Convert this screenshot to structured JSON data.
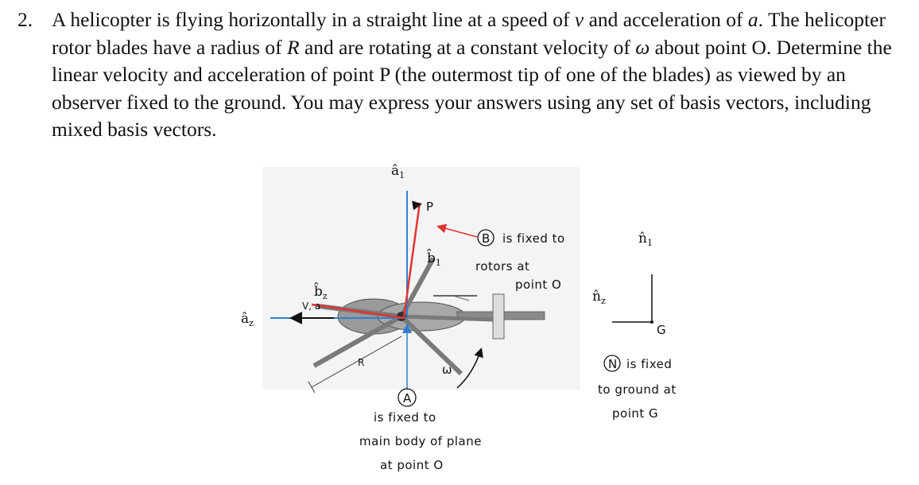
{
  "problem": {
    "number": "2.",
    "segments": [
      "A helicopter is flying horizontally in a straight line at a speed of ",
      "v",
      " and acceleration of ",
      "a",
      ". The helicopter rotor blades have a radius of ",
      "R",
      " and are rotating at a constant velocity of ",
      "ω",
      " about point O. Determine the linear velocity and acceleration of point P (the outermost tip of one of the blades) as viewed by an observer fixed to the ground. You may express your answers using any set of basis vectors, including mixed basis vectors."
    ]
  },
  "figure": {
    "labels": {
      "a1": "â",
      "a1_sub": "1",
      "a2": "â",
      "a2_sub": "z",
      "b1": "b̂",
      "b1_sub": "1",
      "b2": "b̂",
      "b2_sub": "z",
      "n1": "n̂",
      "n1_sub": "1",
      "n2": "n̂",
      "n2_sub": "z",
      "P": "P",
      "va": "V, a",
      "R": "R",
      "omega": "ω",
      "G": "G",
      "A_circle": "A",
      "B_circle": "B",
      "N_circle": "N"
    },
    "notes": {
      "b_line1": "is fixed to",
      "b_line2": "rotors at",
      "b_line3": "point O",
      "a_line1": "is fixed to",
      "a_line2": "main body of plane",
      "a_line3": "at point O",
      "n_line1": "is fixed",
      "n_line2": "to ground at",
      "n_line3": "point G"
    },
    "colors": {
      "red": "#e0352f",
      "blue": "#2f7fd0",
      "ink": "#111111",
      "heli_body": "#8f8f8f"
    }
  }
}
